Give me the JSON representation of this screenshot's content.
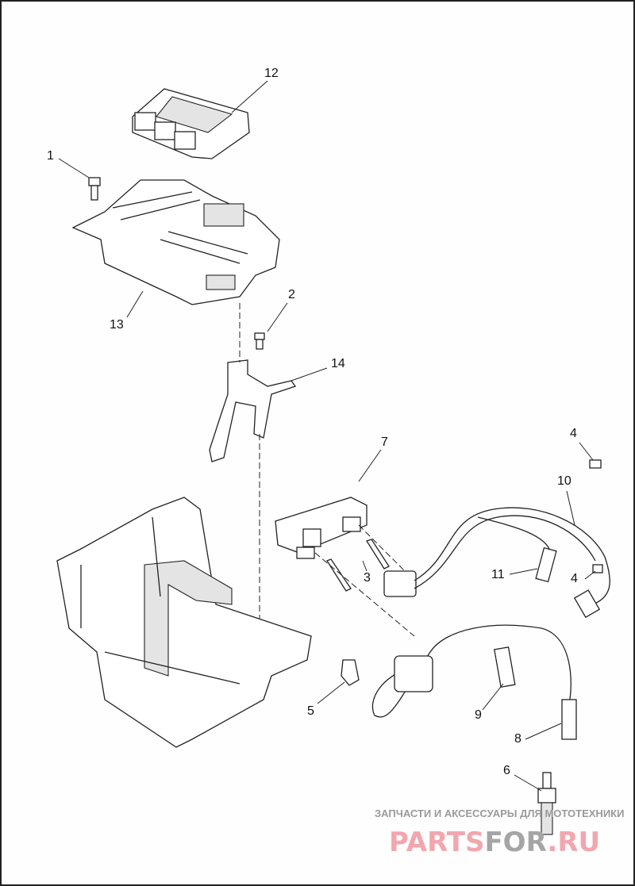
{
  "diagram": {
    "callouts": [
      {
        "id": "c12",
        "label": "12"
      },
      {
        "id": "c1",
        "label": "1"
      },
      {
        "id": "c13",
        "label": "13"
      },
      {
        "id": "c2",
        "label": "2"
      },
      {
        "id": "c14",
        "label": "14"
      },
      {
        "id": "c7",
        "label": "7"
      },
      {
        "id": "c4a",
        "label": "4"
      },
      {
        "id": "c10",
        "label": "10"
      },
      {
        "id": "c11",
        "label": "11"
      },
      {
        "id": "c4b",
        "label": "4"
      },
      {
        "id": "c3",
        "label": "3"
      },
      {
        "id": "c5",
        "label": "5"
      },
      {
        "id": "c9",
        "label": "9"
      },
      {
        "id": "c8",
        "label": "8"
      },
      {
        "id": "c6",
        "label": "6"
      }
    ]
  },
  "watermark": {
    "tagline": "ЗАПЧАСТИ И АКСЕССУАРЫ ДЛЯ МОТОТЕХНИКИ",
    "brand_part1": "PARTS",
    "brand_part2": "FOR",
    "brand_part3": ".RU",
    "colors": {
      "pink": "#f2a6ae",
      "gray": "#a5a5a5"
    }
  }
}
